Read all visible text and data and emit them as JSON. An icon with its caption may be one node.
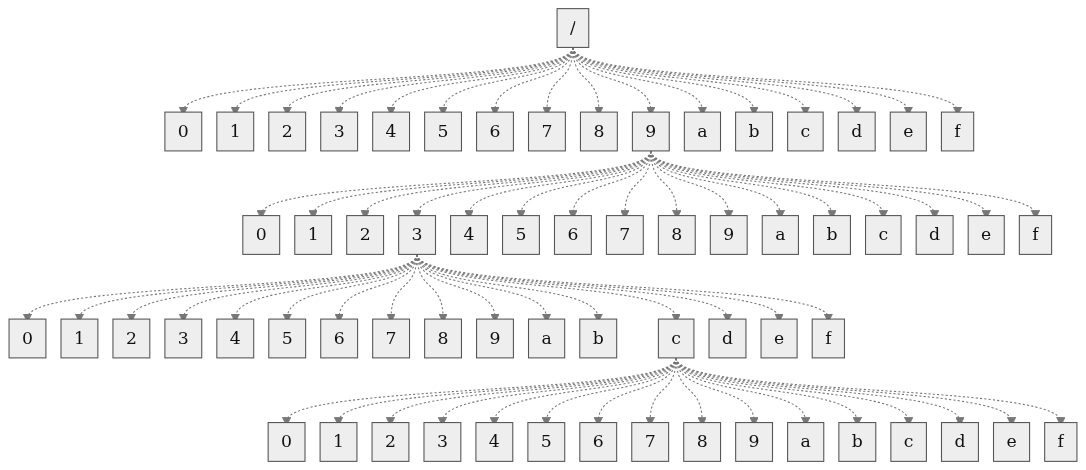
{
  "diagram": {
    "nodes": [
      {
        "text": [
          "/"
        ]
      },
      {
        "text": [
          "0"
        ]
      },
      {
        "text": [
          "1"
        ]
      },
      {
        "text": [
          "2"
        ]
      },
      {
        "text": [
          "3"
        ]
      },
      {
        "text": [
          "4"
        ]
      },
      {
        "text": [
          "5"
        ]
      },
      {
        "text": [
          "6"
        ]
      },
      {
        "text": [
          "7"
        ]
      },
      {
        "text": [
          "8"
        ]
      },
      {
        "text": [
          "9"
        ]
      },
      {
        "text": [
          "a"
        ]
      },
      {
        "text": [
          "b"
        ]
      },
      {
        "text": [
          "c"
        ]
      },
      {
        "text": [
          "d"
        ]
      },
      {
        "text": [
          "e"
        ]
      },
      {
        "text": [
          "f"
        ]
      },
      {
        "text": [
          "0"
        ]
      },
      {
        "text": [
          "1"
        ]
      },
      {
        "text": [
          "2"
        ]
      },
      {
        "text": [
          "3"
        ]
      },
      {
        "text": [
          "4"
        ]
      },
      {
        "text": [
          "5"
        ]
      },
      {
        "text": [
          "6"
        ]
      },
      {
        "text": [
          "7"
        ]
      },
      {
        "text": [
          "8"
        ]
      },
      {
        "text": [
          "9"
        ]
      },
      {
        "text": [
          "a"
        ]
      },
      {
        "text": [
          "b"
        ]
      },
      {
        "text": [
          "c"
        ]
      },
      {
        "text": [
          "d"
        ]
      },
      {
        "text": [
          "e"
        ]
      },
      {
        "text": [
          "f"
        ]
      },
      {
        "text": [
          "0"
        ]
      },
      {
        "text": [
          "1"
        ]
      },
      {
        "text": [
          "2"
        ]
      },
      {
        "text": [
          "3"
        ]
      },
      {
        "text": [
          "4"
        ]
      },
      {
        "text": [
          "5"
        ]
      },
      {
        "text": [
          "6"
        ]
      },
      {
        "text": [
          "7"
        ]
      },
      {
        "text": [
          "8"
        ]
      },
      {
        "text": [
          "9"
        ]
      },
      {
        "text": [
          "a"
        ]
      },
      {
        "text": [
          "b"
        ]
      },
      {
        "text": [
          "c"
        ]
      },
      {
        "text": [
          "d"
        ]
      },
      {
        "text": [
          "e"
        ]
      },
      {
        "text": [
          "f"
        ]
      },
      {
        "text": [
          "0"
        ]
      },
      {
        "text": [
          "1"
        ]
      },
      {
        "text": [
          "2"
        ]
      },
      {
        "text": [
          "3"
        ]
      },
      {
        "text": [
          "4"
        ]
      },
      {
        "text": [
          "5"
        ]
      },
      {
        "text": [
          "6"
        ]
      },
      {
        "text": [
          "7"
        ]
      },
      {
        "text": [
          "8"
        ]
      },
      {
        "text": [
          "9"
        ]
      },
      {
        "text": [
          "a"
        ]
      },
      {
        "text": [
          "b"
        ]
      },
      {
        "text": [
          "c"
        ]
      },
      {
        "text": [
          "d"
        ]
      },
      {
        "text": [
          "e"
        ]
      },
      {
        "text": [
          "f"
        ]
      }
    ],
    "edges": [
      {
        "from": 0,
        "to": 1,
        "arrow": "to",
        "style": "dashed"
      },
      {
        "from": 0,
        "to": 2,
        "arrow": "to",
        "style": "dashed"
      },
      {
        "from": 0,
        "to": 3,
        "arrow": "to",
        "style": "dashed"
      },
      {
        "from": 0,
        "to": 4,
        "arrow": "to",
        "style": "dashed"
      },
      {
        "from": 0,
        "to": 5,
        "arrow": "to",
        "style": "dashed"
      },
      {
        "from": 0,
        "to": 6,
        "arrow": "to",
        "style": "dashed"
      },
      {
        "from": 0,
        "to": 7,
        "arrow": "to",
        "style": "dashed"
      },
      {
        "from": 0,
        "to": 8,
        "arrow": "to",
        "style": "dashed"
      },
      {
        "from": 0,
        "to": 9,
        "arrow": "to",
        "style": "dashed"
      },
      {
        "from": 0,
        "to": 10,
        "arrow": "to",
        "style": "dashed"
      },
      {
        "from": 0,
        "to": 11,
        "arrow": "to",
        "style": "dashed"
      },
      {
        "from": 0,
        "to": 12,
        "arrow": "to",
        "style": "dashed"
      },
      {
        "from": 0,
        "to": 13,
        "arrow": "to",
        "style": "dashed"
      },
      {
        "from": 0,
        "to": 14,
        "arrow": "to",
        "style": "dashed"
      },
      {
        "from": 0,
        "to": 15,
        "arrow": "to",
        "style": "dashed"
      },
      {
        "from": 0,
        "to": 16,
        "arrow": "to",
        "style": "dashed"
      },
      {
        "from": 10,
        "to": 17,
        "arrow": "to",
        "style": "dashed"
      },
      {
        "from": 10,
        "to": 18,
        "arrow": "to",
        "style": "dashed"
      },
      {
        "from": 10,
        "to": 19,
        "arrow": "to",
        "style": "dashed"
      },
      {
        "from": 10,
        "to": 20,
        "arrow": "to",
        "style": "dashed"
      },
      {
        "from": 10,
        "to": 21,
        "arrow": "to",
        "style": "dashed"
      },
      {
        "from": 10,
        "to": 22,
        "arrow": "to",
        "style": "dashed"
      },
      {
        "from": 10,
        "to": 23,
        "arrow": "to",
        "style": "dashed"
      },
      {
        "from": 10,
        "to": 24,
        "arrow": "to",
        "style": "dashed"
      },
      {
        "from": 10,
        "to": 25,
        "arrow": "to",
        "style": "dashed"
      },
      {
        "from": 10,
        "to": 26,
        "arrow": "to",
        "style": "dashed"
      },
      {
        "from": 10,
        "to": 27,
        "arrow": "to",
        "style": "dashed"
      },
      {
        "from": 10,
        "to": 28,
        "arrow": "to",
        "style": "dashed"
      },
      {
        "from": 10,
        "to": 29,
        "arrow": "to",
        "style": "dashed"
      },
      {
        "from": 10,
        "to": 30,
        "arrow": "to",
        "style": "dashed"
      },
      {
        "from": 10,
        "to": 31,
        "arrow": "to",
        "style": "dashed"
      },
      {
        "from": 10,
        "to": 32,
        "arrow": "to",
        "style": "dashed"
      },
      {
        "from": 20,
        "to": 33,
        "arrow": "to",
        "style": "dashed"
      },
      {
        "from": 20,
        "to": 34,
        "arrow": "to",
        "style": "dashed"
      },
      {
        "from": 20,
        "to": 35,
        "arrow": "to",
        "style": "dashed"
      },
      {
        "from": 20,
        "to": 36,
        "arrow": "to",
        "style": "dashed"
      },
      {
        "from": 20,
        "to": 37,
        "arrow": "to",
        "style": "dashed"
      },
      {
        "from": 20,
        "to": 38,
        "arrow": "to",
        "style": "dashed"
      },
      {
        "from": 20,
        "to": 39,
        "arrow": "to",
        "style": "dashed"
      },
      {
        "from": 20,
        "to": 40,
        "arrow": "to",
        "style": "dashed"
      },
      {
        "from": 20,
        "to": 41,
        "arrow": "to",
        "style": "dashed"
      },
      {
        "from": 20,
        "to": 42,
        "arrow": "to",
        "style": "dashed"
      },
      {
        "from": 20,
        "to": 43,
        "arrow": "to",
        "style": "dashed"
      },
      {
        "from": 20,
        "to": 44,
        "arrow": "to",
        "style": "dashed"
      },
      {
        "from": 20,
        "to": 45,
        "arrow": "to",
        "style": "dashed"
      },
      {
        "from": 20,
        "to": 46,
        "arrow": "to",
        "style": "dashed"
      },
      {
        "from": 20,
        "to": 47,
        "arrow": "to",
        "style": "dashed"
      },
      {
        "from": 20,
        "to": 48,
        "arrow": "to",
        "style": "dashed"
      },
      {
        "from": 45,
        "to": 49,
        "arrow": "to",
        "style": "dashed"
      },
      {
        "from": 45,
        "to": 50,
        "arrow": "to",
        "style": "dashed"
      },
      {
        "from": 45,
        "to": 51,
        "arrow": "to",
        "style": "dashed"
      },
      {
        "from": 45,
        "to": 52,
        "arrow": "to",
        "style": "dashed"
      },
      {
        "from": 45,
        "to": 53,
        "arrow": "to",
        "style": "dashed"
      },
      {
        "from": 45,
        "to": 54,
        "arrow": "to",
        "style": "dashed"
      },
      {
        "from": 45,
        "to": 55,
        "arrow": "to",
        "style": "dashed"
      },
      {
        "from": 45,
        "to": 56,
        "arrow": "to",
        "style": "dashed"
      },
      {
        "from": 45,
        "to": 57,
        "arrow": "to",
        "style": "dashed"
      },
      {
        "from": 45,
        "to": 58,
        "arrow": "to",
        "style": "dashed"
      },
      {
        "from": 45,
        "to": 59,
        "arrow": "to",
        "style": "dashed"
      },
      {
        "from": 45,
        "to": 60,
        "arrow": "to",
        "style": "dashed"
      },
      {
        "from": 45,
        "to": 61,
        "arrow": "to",
        "style": "dashed"
      },
      {
        "from": 45,
        "to": 62,
        "arrow": "to",
        "style": "dashed"
      },
      {
        "from": 45,
        "to": 63,
        "arrow": "to",
        "style": "dashed"
      },
      {
        "from": 45,
        "to": 64,
        "arrow": "to",
        "style": "dashed"
      }
    ]
  }
}
